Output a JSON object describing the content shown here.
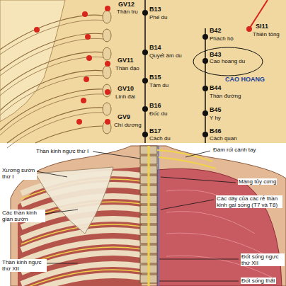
{
  "diagram": {
    "nodes": [
      {
        "text": [
          "B43",
          "Cao hoang du"
        ]
      }
    ],
    "labels": [
      "GV12",
      "Thân trụ",
      "B13",
      "Phế du",
      "B42",
      "Phách hộ",
      "SI11",
      "Thiên tông",
      "B14",
      "Quyết âm du",
      "CAO HOANG",
      "GV11",
      "Thần đạo",
      "B15",
      "Tâm du",
      "B44",
      "Thần đường",
      "GV10",
      "Linh đài",
      "B16",
      "Đốc du",
      "B45",
      "Y hy",
      "GV9",
      "Chí dương",
      "B17",
      "Cách du",
      "B46",
      "Cách quan",
      "Thần kinh ngực thứ I",
      "Đám rối cánh tay",
      "Xương sườn thứ I",
      "Màng tủy cứng",
      "Các dây của các rễ thần kinh gai sống (T7 và T8)",
      "Các thần kinh gian sườn",
      "Thần kinh ngực thứ XII",
      "Đốt sống ngực thứ XII",
      "Đốt sống thắt"
    ]
  }
}
